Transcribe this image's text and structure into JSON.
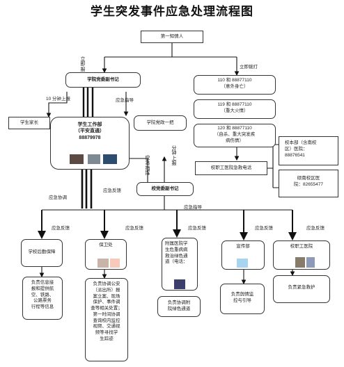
{
  "title": "学生突发事件应急处理流程图",
  "boxes": {
    "first_person": "第一知情人",
    "duty_leader": "学院党委副书记",
    "student_parents": "学生家长",
    "student_affairs": [
      "学生工作部",
      "（平安直通）",
      "88879978"
    ],
    "college_first": "学院党政一把",
    "party_secretary": "校党委副书记",
    "police": [
      "110 和 88877110",
      "（意外身亡）"
    ],
    "fire": [
      "119 和 88877110",
      "（重大火情）"
    ],
    "ambulance": [
      "120 和 88877110",
      "（自杀、重大突发疾",
      "病伤情）"
    ],
    "hospital_phone": "校职工医院急救电话",
    "main_campus": [
      "校本部（含南校",
      "区）医院：",
      "88876541"
    ],
    "south_campus": [
      "硕南校区医",
      "院：82655477"
    ],
    "unit_logistics": "学校后勤保障",
    "unit_security": "保卫处",
    "unit_affiliated_hospital": [
      "附属医院学",
      "生危重病病",
      "救治绿色通",
      "道（电话："
    ],
    "unit_publicity": "宣传部",
    "unit_clinic": "校职工医院",
    "duty_logistics": [
      "负责信息接",
      "报和提供航",
      "空、铁路、",
      "公路票务",
      "行程等信息"
    ],
    "duty_security": [
      "负责协调公安",
      "（派出所）报",
      "案立案、现场",
      "保护、事件调",
      "查等相关处置；",
      "第一时间协调",
      "查询校内监控",
      "视频、交通视",
      "频等寻找学",
      "生踪迹"
    ],
    "duty_affiliated_hospital": [
      "负责协调附",
      "院绿色通道"
    ],
    "duty_publicity": [
      "负责舆情监",
      "控与引导"
    ],
    "duty_clinic": "负责紧急救护"
  },
  "labels": {
    "report_immediately_v": "立即报",
    "dial_immediately": "立即拨打",
    "report_in_10_min": "10 分钟上报",
    "emergency_guidance_1": "应急指导",
    "emergency_guidance_2": "应急指导",
    "emergency_command_v": "应急指挥",
    "report_in_minutes_v": "分钟上报",
    "coordinate": "应急协调",
    "feedback_1": "应急反馈",
    "feedback_units": [
      "应急反馈",
      "应急反馈",
      "应急反馈",
      "应急反馈",
      "应急反馈"
    ]
  }
}
